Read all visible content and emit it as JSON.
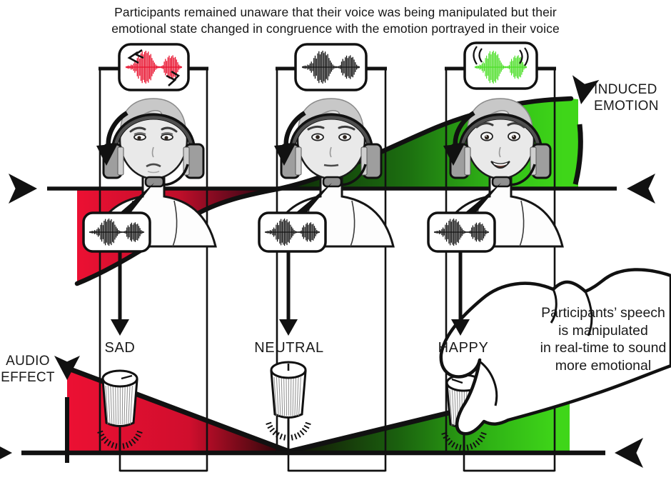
{
  "title": {
    "line1": "Participants remained unaware that their voice was being manipulated but their",
    "line2": "emotional state changed in congruence with the emotion portrayed in their voice"
  },
  "right_axis_label": {
    "line1": "INDUCED",
    "line2": "EMOTION"
  },
  "left_axis_label": {
    "line1": "AUDIO",
    "line2": "EFFECT"
  },
  "conditions": [
    {
      "id": "sad",
      "label": "SAD",
      "waveform_color": "#E8112D",
      "feedback_marks": "shake-chevrons"
    },
    {
      "id": "neutral",
      "label": "NEUTRAL",
      "waveform_color": "#141414",
      "feedback_marks": "none"
    },
    {
      "id": "happy",
      "label": "HAPPY",
      "waveform_color": "#4ADE25",
      "feedback_marks": "vibration-arcs"
    }
  ],
  "hand_annotation": {
    "line1": "Participants’ speech",
    "line2": "is manipulated",
    "line3": "in real-time to sound",
    "line4": "more emotional"
  },
  "colors": {
    "negative": "#EC1033",
    "positive": "#3FD619",
    "ink": "#111111"
  }
}
